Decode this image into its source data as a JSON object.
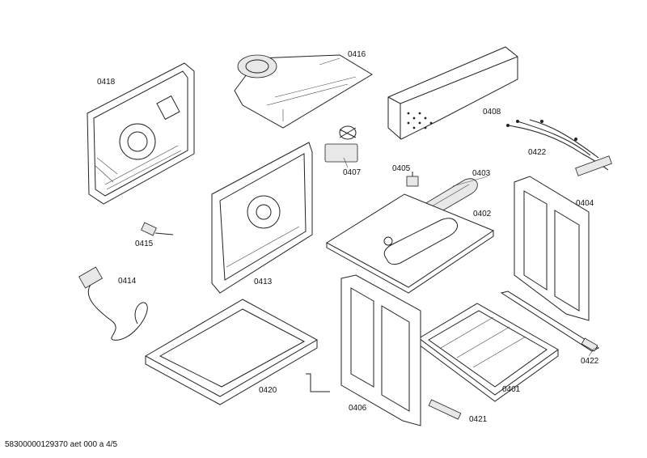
{
  "parts": [
    {
      "id": "p0418",
      "label": "0418"
    },
    {
      "id": "p0416",
      "label": "0416"
    },
    {
      "id": "p0408",
      "label": "0408"
    },
    {
      "id": "p0422a",
      "label": "0422"
    },
    {
      "id": "p0407",
      "label": "0407"
    },
    {
      "id": "p0405",
      "label": "0405"
    },
    {
      "id": "p0403",
      "label": "0403"
    },
    {
      "id": "p0404",
      "label": "0404"
    },
    {
      "id": "p0402",
      "label": "0402"
    },
    {
      "id": "p0415",
      "label": "0415"
    },
    {
      "id": "p0414",
      "label": "0414"
    },
    {
      "id": "p0413",
      "label": "0413"
    },
    {
      "id": "p0422b",
      "label": "0422"
    },
    {
      "id": "p0401",
      "label": "0401"
    },
    {
      "id": "p0420",
      "label": "0420"
    },
    {
      "id": "p0406",
      "label": "0406"
    },
    {
      "id": "p0421",
      "label": "0421"
    }
  ],
  "footer": "58300000129370 aet 000 a 4/5"
}
